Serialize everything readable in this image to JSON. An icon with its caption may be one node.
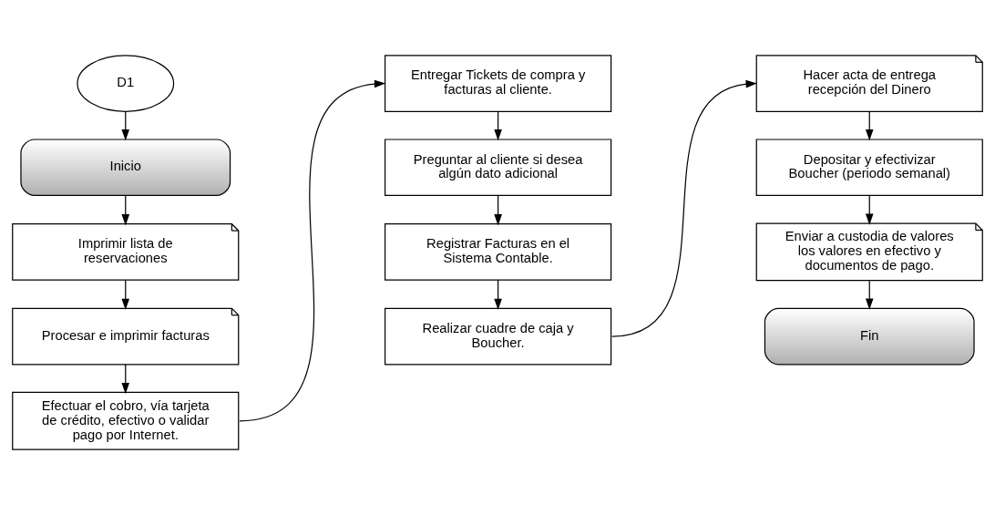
{
  "diagram": {
    "nodes": [
      {
        "text": [
          "D1"
        ]
      },
      {
        "text": [
          "Inicio"
        ]
      },
      {
        "text": [
          "Imprimir lista de reservaciones"
        ]
      },
      {
        "text": [
          "Procesar e imprimir facturas"
        ]
      },
      {
        "text": [
          "Efectuar el cobro, vía tarjeta de crédito, efectivo o validar pago por Internet."
        ]
      },
      {
        "text": [
          "Entregar Tickets de compra y facturas al cliente."
        ]
      },
      {
        "text": [
          "Preguntar al cliente si desea algún dato adicional"
        ]
      },
      {
        "text": [
          "Registrar Facturas en el Sistema Contable."
        ]
      },
      {
        "text": [
          "Realizar cuadre de caja y Boucher."
        ]
      },
      {
        "text": [
          "Hacer acta de entrega recepción del Dinero"
        ]
      },
      {
        "text": [
          "Depositar y efectivizar Boucher (periodo semanal)"
        ]
      },
      {
        "text": [
          "Enviar a custodia de valores los valores en efectivo y documentos de pago."
        ]
      },
      {
        "text": [
          "Fin"
        ]
      }
    ],
    "edges": [
      {
        "from": 0,
        "to": 1,
        "arrow": "to"
      },
      {
        "from": 1,
        "to": 2,
        "arrow": "to"
      },
      {
        "from": 2,
        "to": 3,
        "arrow": "to"
      },
      {
        "from": 3,
        "to": 4,
        "arrow": "to"
      },
      {
        "from": 4,
        "to": 5,
        "arrow": "to"
      },
      {
        "from": 5,
        "to": 6,
        "arrow": "to"
      },
      {
        "from": 6,
        "to": 7,
        "arrow": "to"
      },
      {
        "from": 7,
        "to": 8,
        "arrow": "to"
      },
      {
        "from": 8,
        "to": 9,
        "arrow": "to"
      },
      {
        "from": 9,
        "to": 10,
        "arrow": "to"
      },
      {
        "from": 10,
        "to": 11,
        "arrow": "to"
      },
      {
        "from": 11,
        "to": 12,
        "arrow": "to"
      }
    ]
  }
}
